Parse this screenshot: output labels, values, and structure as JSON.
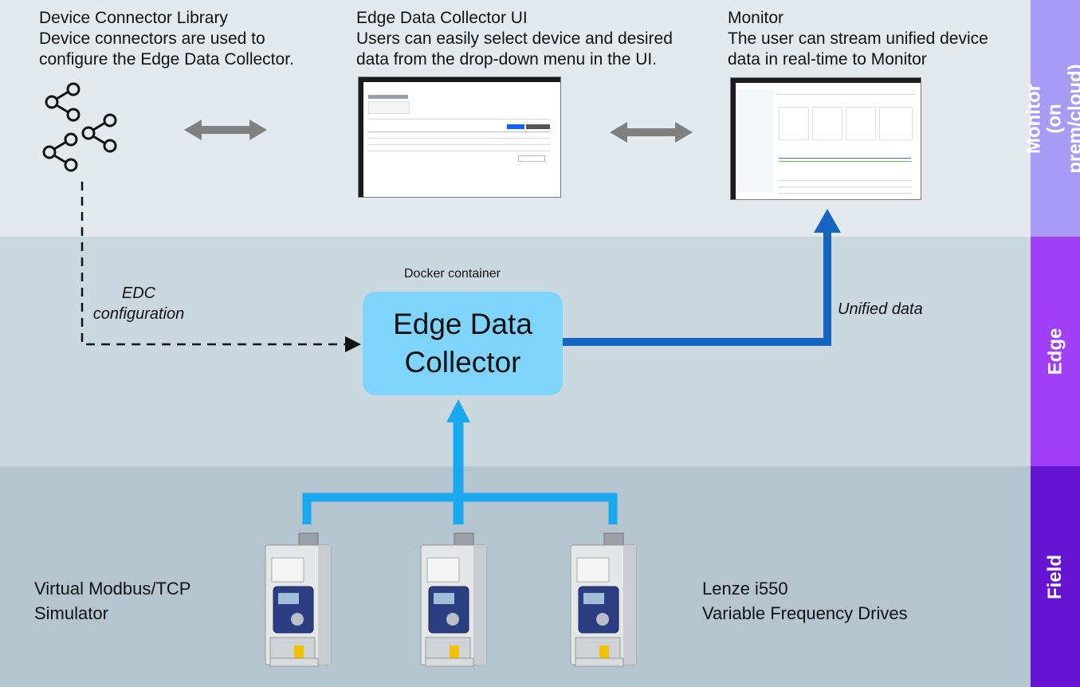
{
  "bands": {
    "top_label": "Monitor\n(on prem/cloud)",
    "mid_label": "Edge",
    "bot_label": "Field"
  },
  "library": {
    "title": "Device Connector Library",
    "desc": "Device connectors are used to\nconfigure the Edge Data Collector.",
    "icon": "share-icon"
  },
  "edc_ui": {
    "title": "Edge Data Collector UI",
    "desc": "Users can easily select device and desired\ndata from the drop-down menu in the UI."
  },
  "monitor": {
    "title": "Monitor",
    "desc": "The user can stream unified device\ndata in real-time to Monitor"
  },
  "edge": {
    "container_label": "Docker container",
    "box_label": "Edge Data\nCollector",
    "config_label": "EDC\nconfiguration",
    "unified_label": "Unified data"
  },
  "field": {
    "simulator_label": "Virtual Modbus/TCP\nSimulator",
    "drives_label": "Lenze i550\nVariable Frequency Drives",
    "drive_count": 3
  },
  "colors": {
    "edc_box": "#7fd4fb",
    "field_arrow": "#1aa9ee",
    "unified_arrow": "#1565c0",
    "gray_arrow": "#808080"
  }
}
